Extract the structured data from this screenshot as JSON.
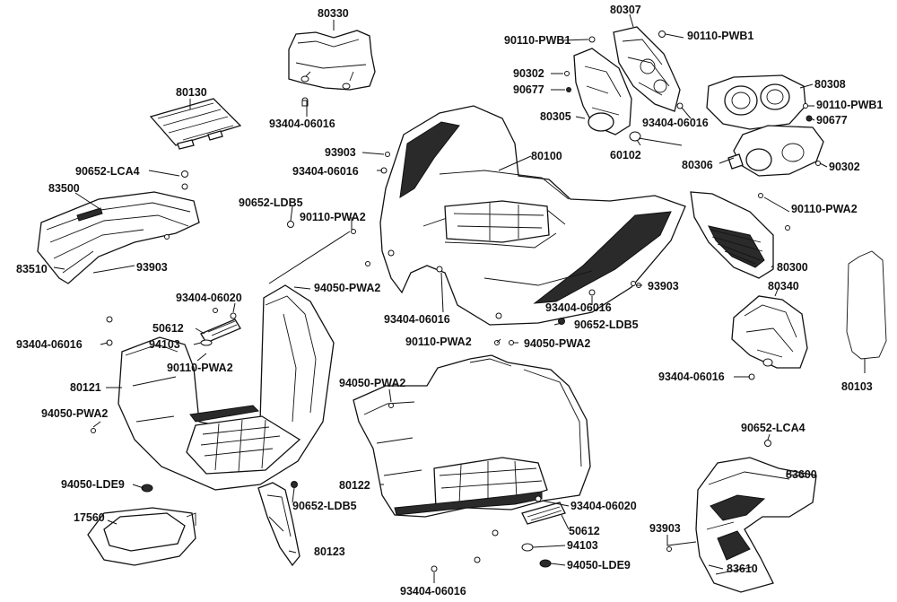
{
  "labels": {
    "p80330": "80330",
    "p93404_a": "93404-06016",
    "p80130": "80130",
    "p90652_lca4_a": "90652-LCA4",
    "p83500": "83500",
    "p83510": "83510",
    "p93903_a": "93903",
    "p80307": "80307",
    "p90110_pwb1_a": "90110-PWB1",
    "p90110_pwb1_b": "90110-PWB1",
    "p90302_a": "90302",
    "p90677_a": "90677",
    "p80305": "80305",
    "p93404_b": "93404-06016",
    "p80308": "80308",
    "p90110_pwb1_c": "90110-PWB1",
    "p90677_b": "90677",
    "p60102": "60102",
    "p80306": "80306",
    "p90302_b": "90302",
    "p93903_b": "93903",
    "p93404_c": "93404-06016",
    "p80100": "80100",
    "p90652_ldb5_a": "90652-LDB5",
    "p90110_pwa2_a": "90110-PWA2",
    "p90110_pwa2_b": "90110-PWA2",
    "p80300": "80300",
    "p94050_pwa2_a": "94050-PWA2",
    "p93903_c": "93903",
    "p93404_06020_a": "93404-06020",
    "p93404_d": "93404-06016",
    "p80340": "80340",
    "p93404_e": "93404-06016",
    "p90652_ldb5_b": "90652-LDB5",
    "p50612_a": "50612",
    "p93404_f": "93404-06016",
    "p94103_a": "94103",
    "p90110_pwa2_c": "90110-PWA2",
    "p90110_pwa2_d": "90110-PWA2",
    "p94050_pwa2_b": "94050-PWA2",
    "p93404_g": "93404-06016",
    "p80103": "80103",
    "p80121": "80121",
    "p94050_pwa2_c": "94050-PWA2",
    "p94050_pwa2_d": "94050-PWA2",
    "p90652_lca4_b": "90652-LCA4",
    "p83600": "83600",
    "p94050_lde9_a": "94050-LDE9",
    "p80122": "80122",
    "p93404_06020_b": "93404-06020",
    "p90652_ldb5_c": "90652-LDB5",
    "p17560": "17560",
    "p50612_b": "50612",
    "p93903_d": "93903",
    "p80123": "80123",
    "p94103_b": "94103",
    "p94050_lde9_b": "94050-LDE9",
    "p83610": "83610",
    "p93404_h": "93404-06016"
  }
}
